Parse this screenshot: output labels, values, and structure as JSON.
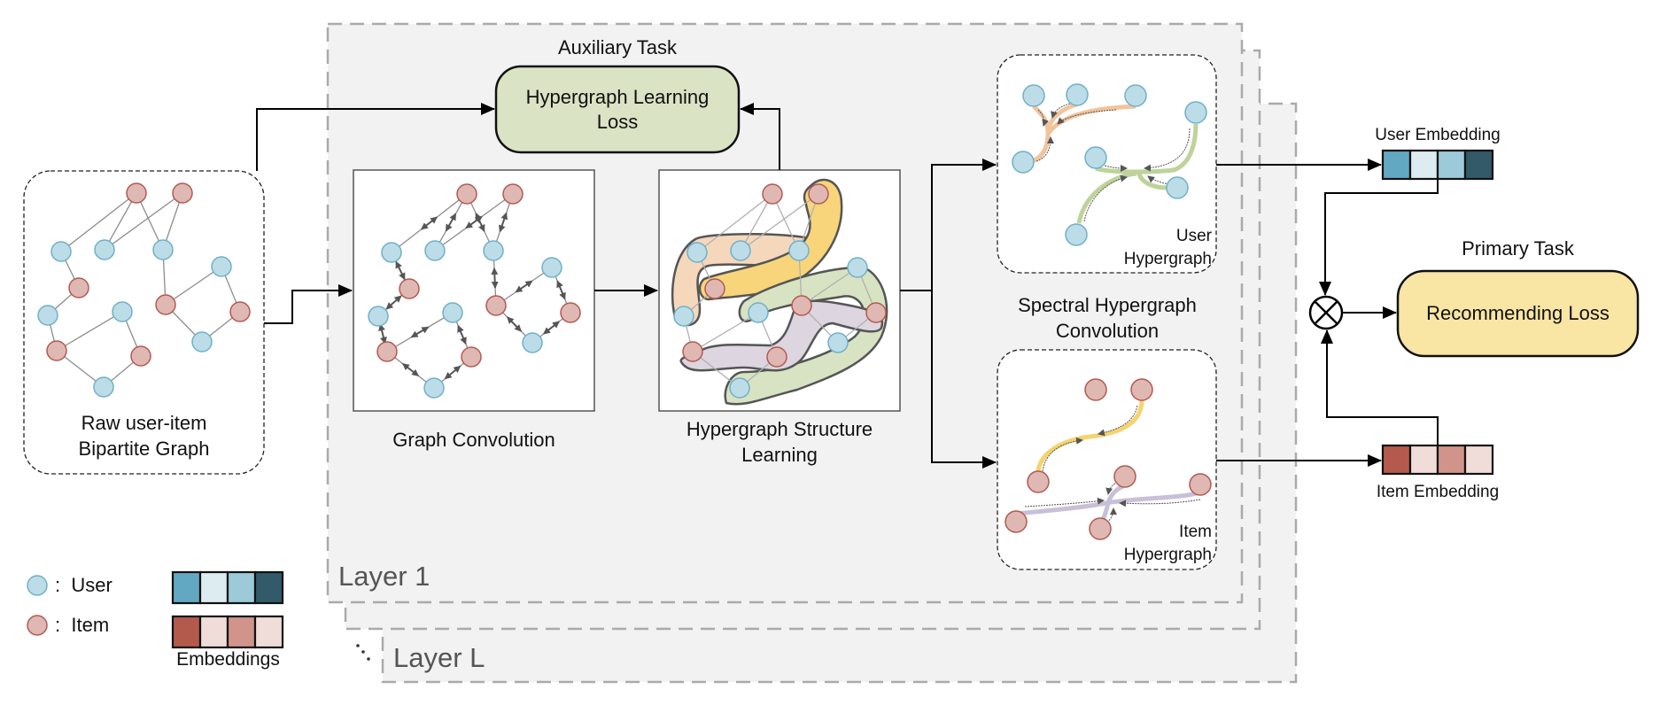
{
  "layers": {
    "first_label": "Layer 1",
    "last_label": "Layer L",
    "ellipsis": "⋱"
  },
  "raw_graph": {
    "caption_line1": "Raw user-item",
    "caption_line2": "Bipartite Graph"
  },
  "graph_convolution": {
    "caption": "Graph Convolution"
  },
  "hypergraph_structure_learning": {
    "caption_line1": "Hypergraph Structure",
    "caption_line2": "Learning"
  },
  "auxiliary_task": {
    "title": "Auxiliary Task",
    "loss_line1": "Hypergraph Learning",
    "loss_line2": "Loss",
    "color": "#dae3c4"
  },
  "spectral": {
    "caption_line1": "Spectral Hypergraph",
    "caption_line2": "Convolution"
  },
  "user_hypergraph": {
    "label_line1": "User",
    "label_line2": "Hypergraph"
  },
  "item_hypergraph": {
    "label_line1": "Item",
    "label_line2": "Hypergraph"
  },
  "user_embedding": {
    "label": "User Embedding",
    "cells": [
      "#62a8c2",
      "#dcecf0",
      "#9ccad8",
      "#325a68"
    ]
  },
  "item_embedding": {
    "label": "Item Embedding",
    "cells": [
      "#b45a4c",
      "#f0dcd8",
      "#d0948b",
      "#f0dcd8"
    ]
  },
  "primary_task": {
    "title": "Primary Task",
    "loss": "Recommending Loss",
    "color": "#f9e5a4"
  },
  "legend": {
    "user_label": "User",
    "item_label": "Item",
    "separator": ":",
    "embeddings_label": "Embeddings"
  },
  "colors": {
    "user_fill": "#bcdde7",
    "user_stroke": "#6fb0c9",
    "item_fill": "#dfb8b4",
    "item_stroke": "#b25a4f",
    "edge": "#8c8c8c",
    "layer_bg": "#f2f2f2",
    "layer_border": "#aaaaaa",
    "hyperedge_orange": "#f5d8bc",
    "hyperedge_yellow": "#f8d57a",
    "hyperedge_green": "#d7e3c2",
    "hyperedge_purple": "#ddd5e0",
    "curve_orange": "#f2c49c",
    "curve_green": "#bed39a",
    "curve_yellow": "#f6d36e",
    "curve_purple": "#c8c0d8"
  },
  "graph": {
    "nodes": [
      {
        "id": "i1",
        "type": "item"
      },
      {
        "id": "i2",
        "type": "item"
      },
      {
        "id": "u1",
        "type": "user"
      },
      {
        "id": "u2",
        "type": "user"
      },
      {
        "id": "u3",
        "type": "user"
      },
      {
        "id": "i3",
        "type": "item"
      },
      {
        "id": "u4",
        "type": "user"
      },
      {
        "id": "u5",
        "type": "user"
      },
      {
        "id": "u6",
        "type": "user"
      },
      {
        "id": "i4",
        "type": "item"
      },
      {
        "id": "i5",
        "type": "item"
      },
      {
        "id": "i6",
        "type": "item"
      },
      {
        "id": "i7",
        "type": "item"
      },
      {
        "id": "u7",
        "type": "user"
      },
      {
        "id": "u8",
        "type": "user"
      }
    ],
    "edges": [
      [
        "i1",
        "u1"
      ],
      [
        "i1",
        "u2"
      ],
      [
        "i1",
        "u3"
      ],
      [
        "i2",
        "u2"
      ],
      [
        "i2",
        "u3"
      ],
      [
        "u1",
        "i3"
      ],
      [
        "i3",
        "u5"
      ],
      [
        "u5",
        "i6"
      ],
      [
        "i6",
        "u6"
      ],
      [
        "u6",
        "i7"
      ],
      [
        "i6",
        "u8"
      ],
      [
        "u8",
        "i7"
      ],
      [
        "u3",
        "i4"
      ],
      [
        "i4",
        "u4"
      ],
      [
        "u4",
        "i5"
      ],
      [
        "i4",
        "u7"
      ],
      [
        "u7",
        "i5"
      ]
    ]
  }
}
